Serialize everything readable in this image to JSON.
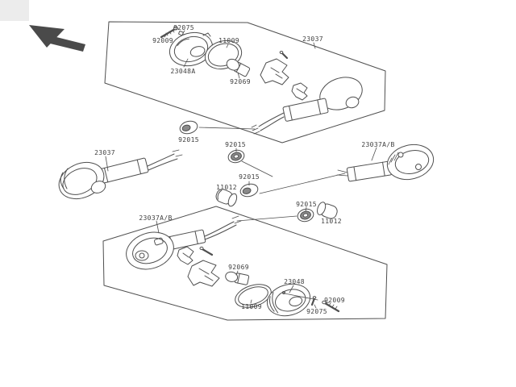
{
  "parts": {
    "lamp_assembly": "23037",
    "lamp_assembly_ab": "23037A/B",
    "lens": "23048",
    "lens_a": "23048A",
    "gasket": "11009",
    "bulb": "92069",
    "screw": "92009",
    "damper": "92075",
    "nut": "92015",
    "cap": "11012"
  },
  "colors": {
    "background": "#ffffff",
    "line": "#4f4f4f",
    "text": "#3f3f3f",
    "arrow_fill": "#4a4a4a",
    "corner_patch": "#ececec"
  },
  "icons": {
    "nw_arrow": "arrow-pointing-upper-left"
  }
}
